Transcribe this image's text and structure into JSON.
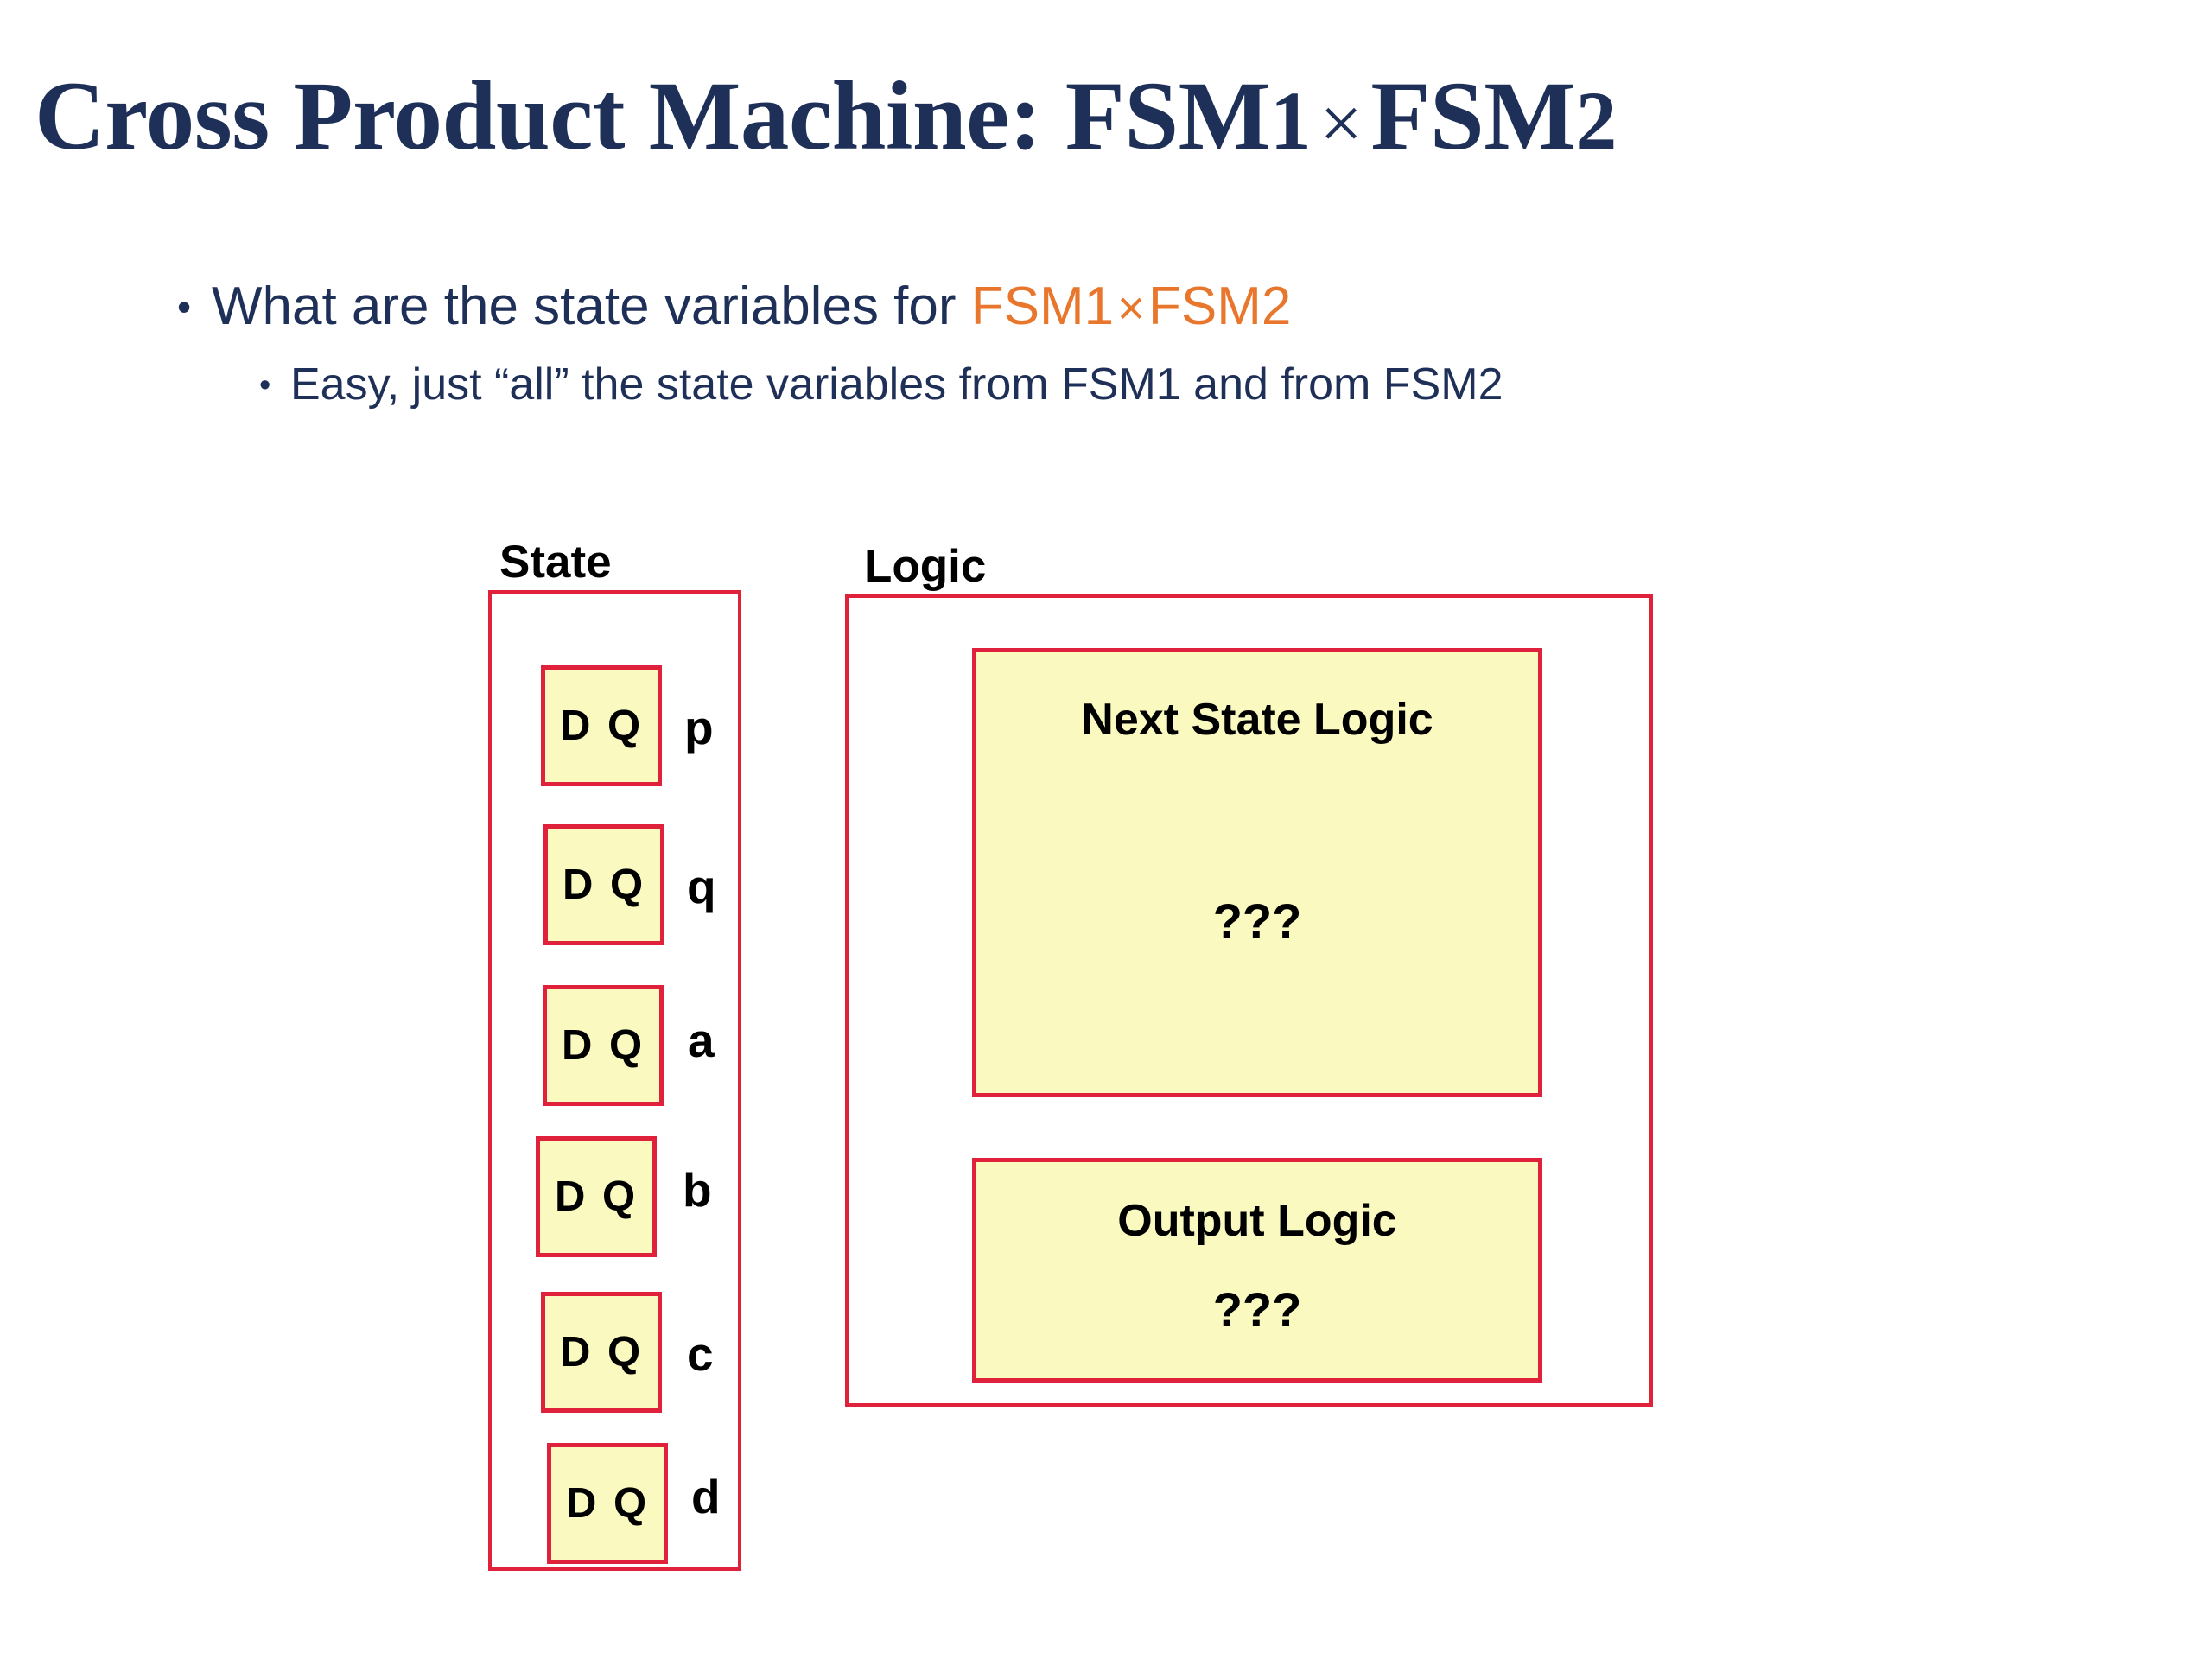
{
  "slide": {
    "title_main": "Cross Product Machine: FSM",
    "title_num1": "1",
    "title_times": "×",
    "title_fsm2": "FSM",
    "title_num2": "2",
    "background_color": "#FFFFFF",
    "navy_color": "#1F3058",
    "accent_color": "#E8762C",
    "red_color": "#E0213C",
    "yellow_fill": "#FAF9C0"
  },
  "bullets": {
    "level1": {
      "marker": "•",
      "text_plain": "What are the state variables for ",
      "text_accent_a": "FSM1",
      "text_accent_times": "×",
      "text_accent_b": "FSM2"
    },
    "level2": {
      "marker": "•",
      "text": "Easy, just “all” the state variables from FSM1 and from FSM2"
    }
  },
  "diagram": {
    "state": {
      "label": "State",
      "flipflops": [
        {
          "text": "D Q",
          "label": "p"
        },
        {
          "text": "D Q",
          "label": "q"
        },
        {
          "text": "D Q",
          "label": "a"
        },
        {
          "text": "D Q",
          "label": "b"
        },
        {
          "text": "D Q",
          "label": "c"
        },
        {
          "text": "D Q",
          "label": "d"
        }
      ]
    },
    "logic": {
      "label": "Logic",
      "blocks": [
        {
          "title": "Next State Logic",
          "body": "???"
        },
        {
          "title": "Output Logic",
          "body": "???"
        }
      ]
    }
  }
}
